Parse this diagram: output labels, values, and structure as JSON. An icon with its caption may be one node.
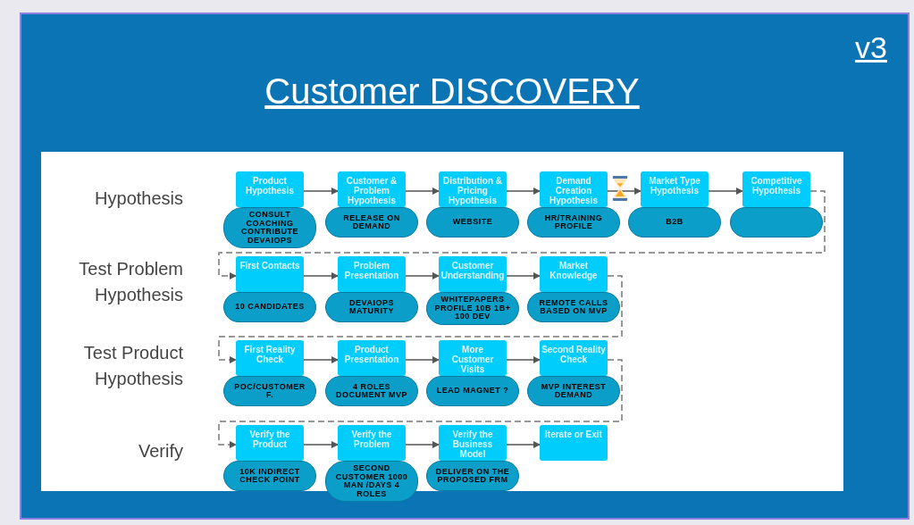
{
  "diagram": {
    "title": "Customer DISCOVERY",
    "nodes": [
      {
        "text": [
          "Product Hypothesis"
        ]
      },
      {
        "text": [
          "CONSULT COACHING CONTRIBUTE DEVAIOPS"
        ]
      },
      {
        "text": [
          "Customer & Problem Hypothesis"
        ]
      },
      {
        "text": [
          "RELEASE ON DEMAND"
        ]
      },
      {
        "text": [
          "Distribution & Pricing Hypothesis"
        ]
      },
      {
        "text": [
          "WEBSITE"
        ]
      },
      {
        "text": [
          "Demand Creation Hypothesis"
        ]
      },
      {
        "text": [
          "HR/TRAINING PROFILE"
        ]
      },
      {
        "text": [
          "Market Type Hypothesis"
        ]
      },
      {
        "text": [
          "B2B"
        ]
      },
      {
        "text": [
          "Competitive Hypothesis"
        ]
      },
      {
        "text": [],
        "shape": "pill"
      },
      {
        "text": [
          "First Contacts"
        ]
      },
      {
        "text": [
          "10 CANDIDATES"
        ]
      },
      {
        "text": [
          "Problem Presentation"
        ]
      },
      {
        "text": [
          "DEVAIOPS MATURITY"
        ]
      },
      {
        "text": [
          "Customer Understanding"
        ]
      },
      {
        "text": [
          "WHITEPAPERS PROFILE 10B 1B+ 100 DEV"
        ]
      },
      {
        "text": [
          "Market Knowledge"
        ]
      },
      {
        "text": [
          "REMOTE CALLS BASED ON MVP"
        ]
      },
      {
        "text": [
          "First Reality Check"
        ]
      },
      {
        "text": [
          "POC/CUSTOMER F."
        ]
      },
      {
        "text": [
          "Product Presentation"
        ]
      },
      {
        "text": [
          "4 ROLES DOCUMENT MVP"
        ]
      },
      {
        "text": [
          "More Customer Visits"
        ]
      },
      {
        "text": [
          "LEAD MAGNET ?"
        ]
      },
      {
        "text": [
          "Second Reality Check"
        ]
      },
      {
        "text": [
          "MVP INTEREST DEMAND"
        ]
      },
      {
        "text": [
          "Verify the Product"
        ]
      },
      {
        "text": [
          "10K INDIRECT CHECK POINT"
        ]
      },
      {
        "text": [
          "Verify the Problem"
        ]
      },
      {
        "text": [
          "SECOND CUSTOMER 1000 MAN /DAYS 4 ROLES"
        ]
      },
      {
        "text": [
          "Verify the Business Model"
        ]
      },
      {
        "text": [
          "DELIVER ON THE PROPOSED FRM"
        ]
      },
      {
        "text": [
          "Iterate or Exit"
        ]
      }
    ],
    "edges": [
      {
        "from": 0,
        "to": 2,
        "arrow": "to"
      },
      {
        "from": 2,
        "to": 4,
        "arrow": "to"
      },
      {
        "from": 4,
        "to": 6,
        "arrow": "to"
      },
      {
        "from": 6,
        "to": 8,
        "arrow": "to"
      },
      {
        "from": 8,
        "to": 10,
        "arrow": "to"
      },
      {
        "from": 10,
        "to": 12,
        "arrow": "to",
        "style": "dashed"
      },
      {
        "from": 12,
        "to": 14,
        "arrow": "to"
      },
      {
        "from": 14,
        "to": 16,
        "arrow": "to"
      },
      {
        "from": 16,
        "to": 18,
        "arrow": "to"
      },
      {
        "from": 18,
        "to": 20,
        "arrow": "to",
        "style": "dashed"
      },
      {
        "from": 20,
        "to": 22,
        "arrow": "to"
      },
      {
        "from": 22,
        "to": 24,
        "arrow": "to"
      },
      {
        "from": 24,
        "to": 26,
        "arrow": "to"
      },
      {
        "from": 26,
        "to": 28,
        "arrow": "to",
        "style": "dashed"
      },
      {
        "from": 28,
        "to": 30,
        "arrow": "to"
      },
      {
        "from": 30,
        "to": 32,
        "arrow": "to"
      },
      {
        "from": 32,
        "to": 34,
        "arrow": "to"
      }
    ],
    "labels": [
      "v3",
      "Hypothesis",
      "Test Problem Hypothesis",
      "Test Product Hypothesis",
      "Verify"
    ]
  }
}
